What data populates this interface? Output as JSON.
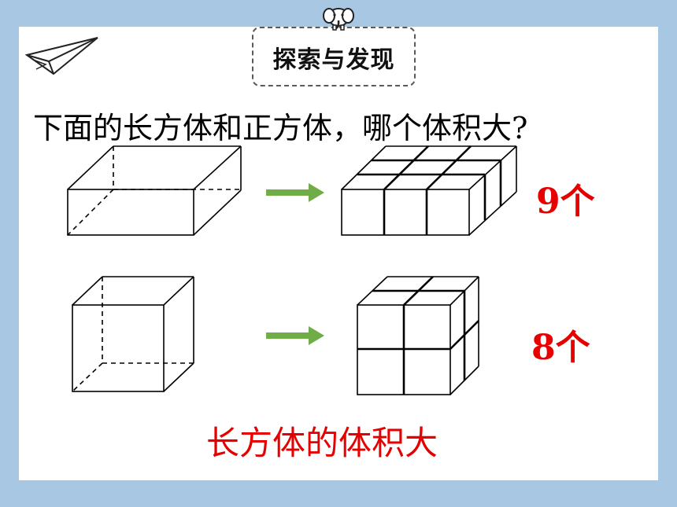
{
  "header": {
    "title": "探索与发现"
  },
  "question": "下面的长方体和正方体，哪个体积大?",
  "rows": [
    {
      "count": "9个"
    },
    {
      "count": "8个"
    }
  ],
  "conclusion": "长方体的体积大",
  "colors": {
    "background": "#a7c7e3",
    "slide": "#ffffff",
    "arrow": "#70ad47",
    "accent_red": "#e60000"
  },
  "icons": {
    "mascot": "elephant-icon",
    "plane": "paper-plane-icon"
  }
}
